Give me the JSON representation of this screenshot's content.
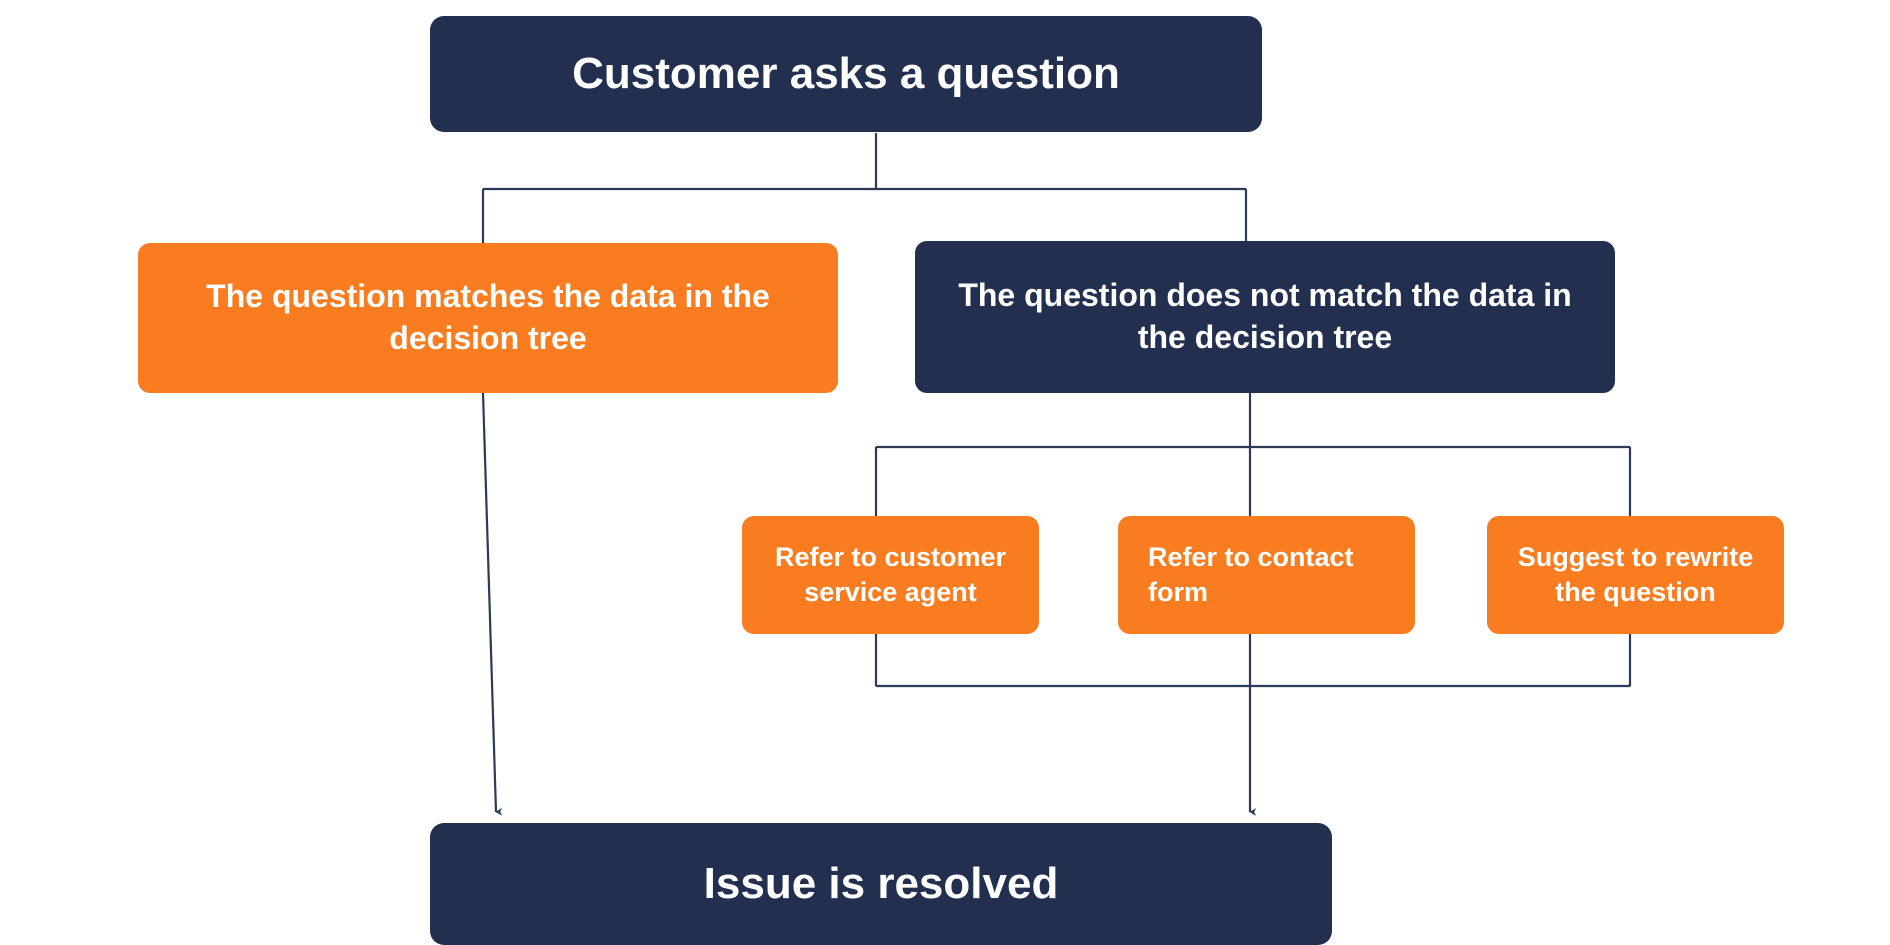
{
  "diagram": {
    "title": "Customer question handling decision flow",
    "type": "flowchart",
    "colors": {
      "navy": "#232F4E",
      "orange": "#F97C20",
      "connector": "#2B3A57",
      "background": "#FFFFFF",
      "text": "#FFFFFF"
    },
    "nodes": {
      "root": {
        "label": "Customer asks a question",
        "shape": "rounded-rect",
        "fill": "navy"
      },
      "match": {
        "label": "The question matches the data in the decision tree",
        "shape": "rounded-rect",
        "fill": "orange"
      },
      "no_match": {
        "label": "The question does not match the data in the decision tree",
        "shape": "rounded-rect",
        "fill": "navy"
      },
      "agent": {
        "label": "Refer to customer service agent",
        "shape": "rounded-rect",
        "fill": "orange"
      },
      "form": {
        "label": "Refer to contact form",
        "shape": "rounded-rect",
        "fill": "orange"
      },
      "rewrite": {
        "label": "Suggest to rewrite the question",
        "shape": "rounded-rect",
        "fill": "orange"
      },
      "resolved": {
        "label": "Issue is resolved",
        "shape": "rounded-rect",
        "fill": "navy"
      }
    },
    "edges": [
      {
        "from": "root",
        "to": "match",
        "style": "orthogonal",
        "arrow": false
      },
      {
        "from": "root",
        "to": "no_match",
        "style": "orthogonal",
        "arrow": false
      },
      {
        "from": "match",
        "to": "resolved",
        "style": "straight",
        "arrow": true
      },
      {
        "from": "no_match",
        "to": "agent",
        "style": "orthogonal",
        "arrow": false
      },
      {
        "from": "no_match",
        "to": "form",
        "style": "orthogonal",
        "arrow": false
      },
      {
        "from": "no_match",
        "to": "rewrite",
        "style": "orthogonal",
        "arrow": false
      },
      {
        "from": "no_match",
        "to": "resolved",
        "style": "straight",
        "arrow": true
      }
    ]
  }
}
